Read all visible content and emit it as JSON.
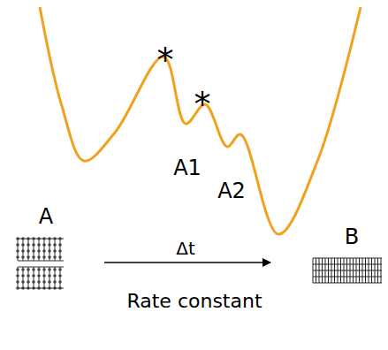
{
  "diagram": {
    "labels": [
      "*",
      "*",
      "A1",
      "A2",
      "A",
      "B",
      "Δt",
      "Rate constant"
    ]
  }
}
